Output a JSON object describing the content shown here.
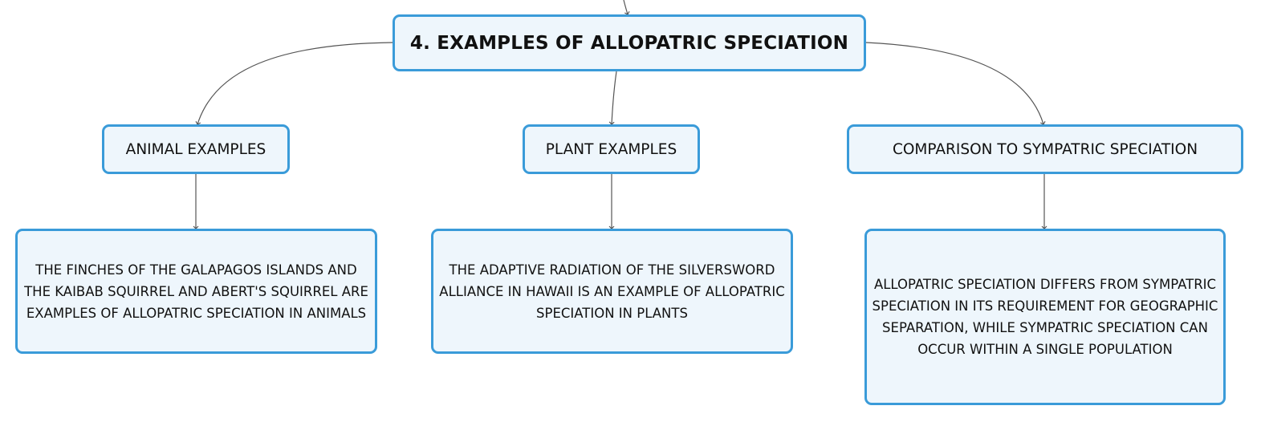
{
  "diagram": {
    "root": {
      "label": "4. EXAMPLES OF ALLOPATRIC SPECIATION"
    },
    "branches": [
      {
        "label": "ANIMAL EXAMPLES",
        "detail": "THE FINCHES OF THE GALAPAGOS ISLANDS AND THE KAIBAB SQUIRREL AND ABERT'S SQUIRREL ARE EXAMPLES OF ALLOPATRIC SPECIATION IN ANIMALS"
      },
      {
        "label": "PLANT EXAMPLES",
        "detail": "THE ADAPTIVE RADIATION OF THE SILVERSWORD ALLIANCE IN HAWAII IS AN EXAMPLE OF ALLOPATRIC SPECIATION IN PLANTS"
      },
      {
        "label": "COMPARISON TO SYMPATRIC SPECIATION",
        "detail": "ALLOPATRIC SPECIATION DIFFERS FROM SYMPATRIC SPECIATION IN ITS REQUIREMENT FOR GEOGRAPHIC SEPARATION, WHILE SYMPATRIC SPECIATION CAN OCCUR WITHIN A SINGLE POPULATION"
      }
    ]
  },
  "colors": {
    "node_border": "#3a9bd9",
    "node_fill": "#eef6fc",
    "connector": "#555555",
    "text": "#111111"
  }
}
